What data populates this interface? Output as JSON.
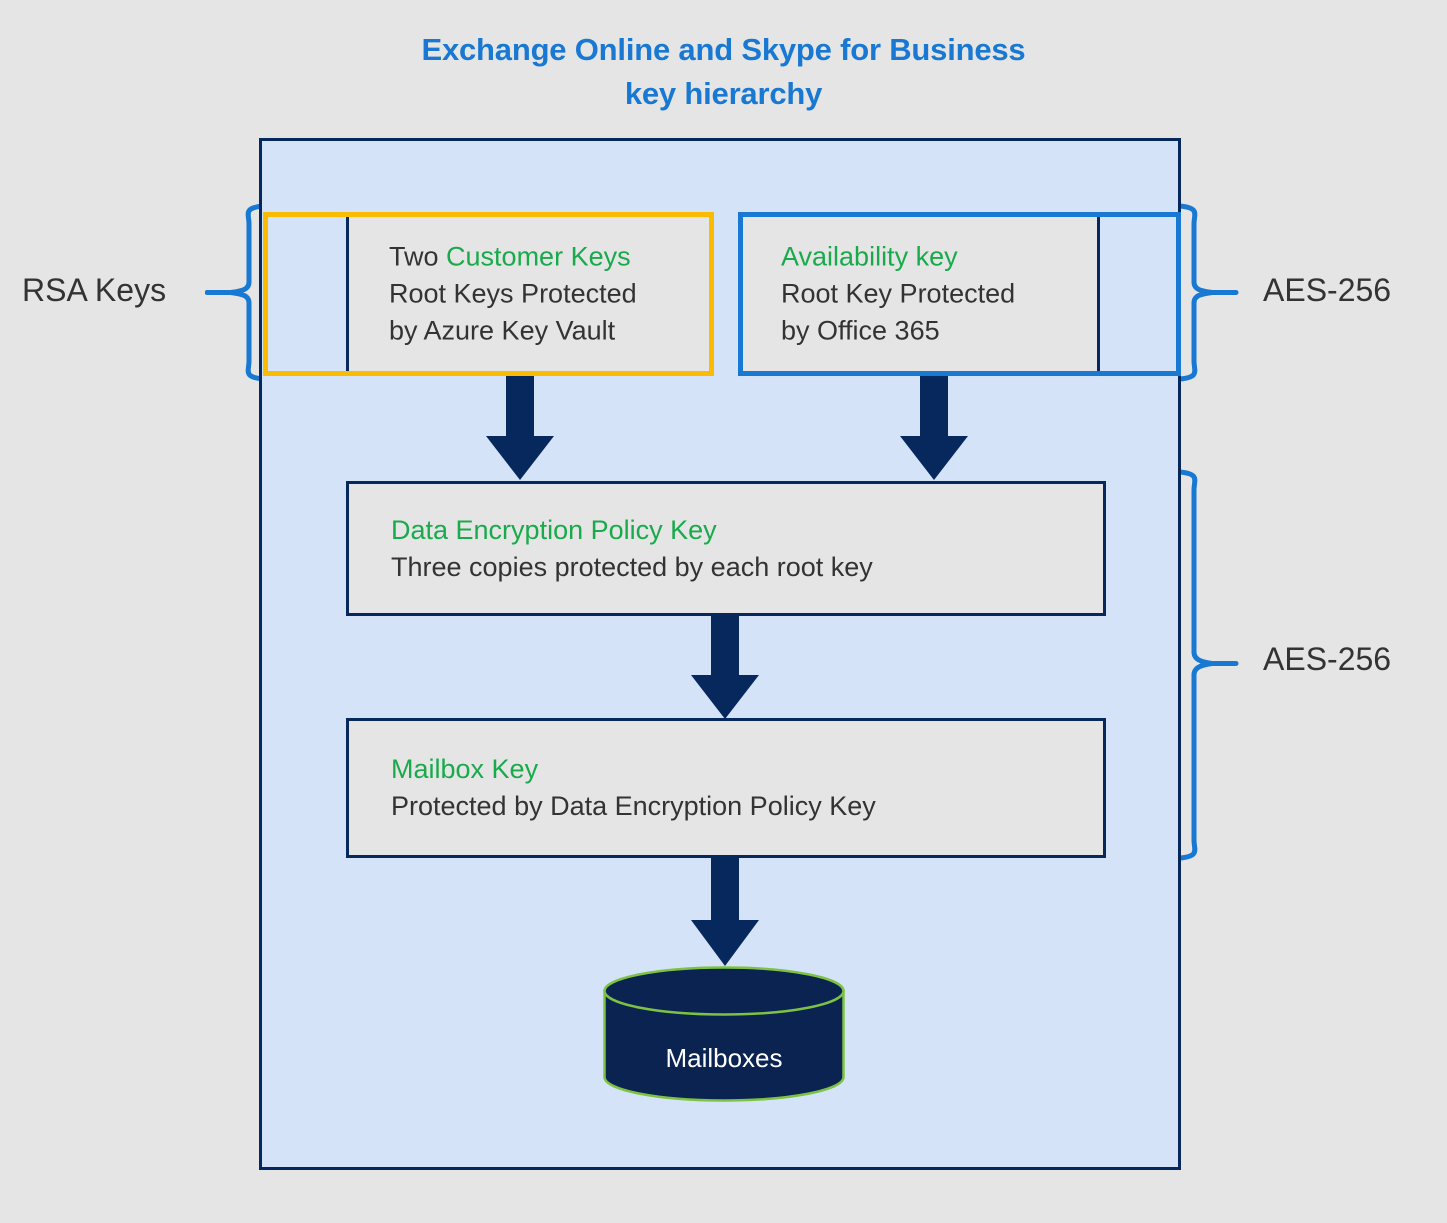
{
  "title": {
    "line1": "Exchange Online and Skype for Business",
    "line2": "key hierarchy",
    "color": "#1878D2"
  },
  "colors": {
    "background": "#E5E5E5",
    "container_fill": "#D5E3F9",
    "container_border": "#06285C",
    "box_fill": "#E5E5E5",
    "box_border": "#06285C",
    "accent_orange": "#FABB00",
    "accent_blue": "#1878D2",
    "accent_green": "#19AA4B",
    "arrow_navy": "#06285C",
    "cylinder_fill": "#0A2351",
    "cylinder_outline": "#7DC242",
    "text_dark": "#333333",
    "text_light": "#FFFFFF"
  },
  "boxes": {
    "customer_keys": {
      "title": "Customer Keys",
      "title_prefix": "Two ",
      "line2": "Root Keys Protected",
      "line3": "by Azure Key Vault",
      "outline_color": "#FABB00"
    },
    "availability_key": {
      "title": "Availability key",
      "line2": "Root Key Protected",
      "line3": "by Office 365",
      "outline_color": "#1878D2"
    },
    "dep_key": {
      "title": "Data Encryption Policy Key",
      "line2": "Three copies protected by each root key"
    },
    "mailbox_key": {
      "title": "Mailbox Key",
      "line2": "Protected by Data Encryption Policy Key"
    }
  },
  "datastore": {
    "label": "Mailboxes"
  },
  "side_labels": {
    "left": "RSA Keys",
    "right_top": "AES-256",
    "right_bottom": "AES-256"
  },
  "arrows": [
    {
      "name": "arrow-customer-keys-to-dep"
    },
    {
      "name": "arrow-availability-key-to-dep"
    },
    {
      "name": "arrow-dep-to-mailbox-key"
    },
    {
      "name": "arrow-mailbox-key-to-mailboxes"
    }
  ]
}
